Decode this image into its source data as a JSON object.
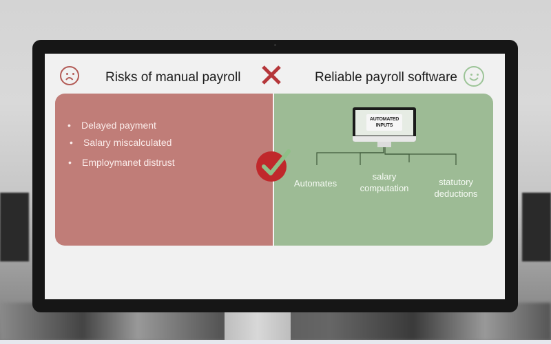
{
  "left": {
    "title": "Risks of manual payroll",
    "icon": "sad-face-icon",
    "items": [
      "Delayed payment",
      "Salary miscalculated",
      "Employmanet distrust"
    ],
    "color": "#c07d78"
  },
  "center": {
    "top_icon": "x-mark-icon",
    "top_icon_color": "#b5363a",
    "middle_icon": "checkmark-badge-icon",
    "middle_icon_color": "#c0282b"
  },
  "right": {
    "title": "Reliable payroll software",
    "icon": "smiley-face-icon",
    "color": "#9dbb95",
    "monitor_label_line1": "AUTOMATED",
    "monitor_label_line2": "INPUTS",
    "features": [
      {
        "line1": "Automates",
        "line2": ""
      },
      {
        "line1": "salary",
        "line2": "computation"
      },
      {
        "line1": "statutory",
        "line2": "deductions"
      }
    ]
  }
}
